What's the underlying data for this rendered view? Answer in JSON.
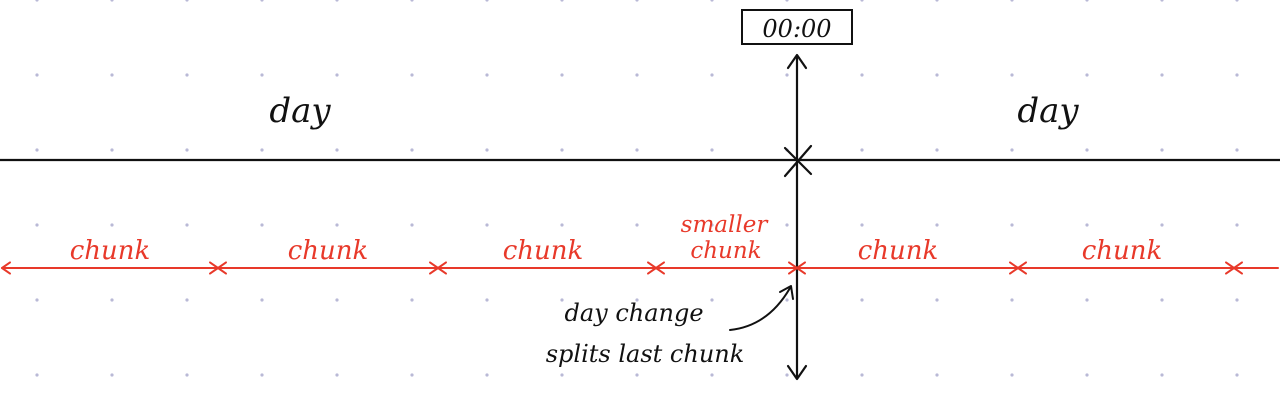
{
  "time_label": "00:00",
  "day_labels": [
    "day",
    "day"
  ],
  "chunk_labels": [
    "chunk",
    "chunk",
    "chunk",
    "chunk",
    "chunk"
  ],
  "smaller_chunk_label": {
    "line1": "smaller",
    "line2": "chunk"
  },
  "annotation": {
    "line1": "day change",
    "line2": "splits last chunk"
  },
  "colors": {
    "ink": "#111111",
    "chunk": "#e8392a",
    "grid_dot": "#b9b9d6",
    "background": "#ffffff"
  }
}
